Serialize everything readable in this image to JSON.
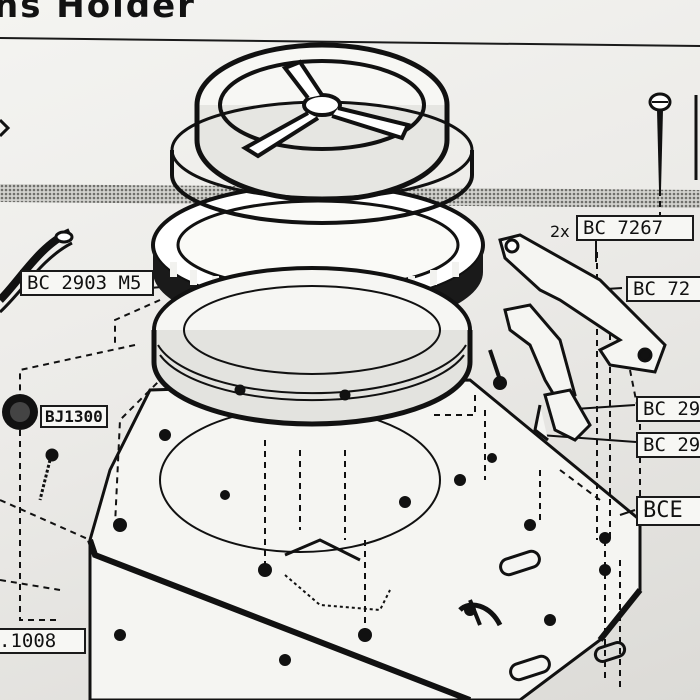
{
  "page": {
    "title": "ns Holder"
  },
  "part_codes": {
    "bc_7267": "BC 7267",
    "bc_72": "BC 72",
    "bc_2903_m5": "BC 2903 M5",
    "bc_29_a": "BC 29",
    "bc_29_b": "BC 29",
    "bce": "BCE",
    "bj_1300": "BJ1300",
    "ref_1008": ".1008"
  },
  "quantities": {
    "bc_7267_qty": "2x"
  },
  "colors": {
    "ink": "#111111",
    "paper": "#f2f2ef",
    "halftone_band": "#8a8a86"
  }
}
